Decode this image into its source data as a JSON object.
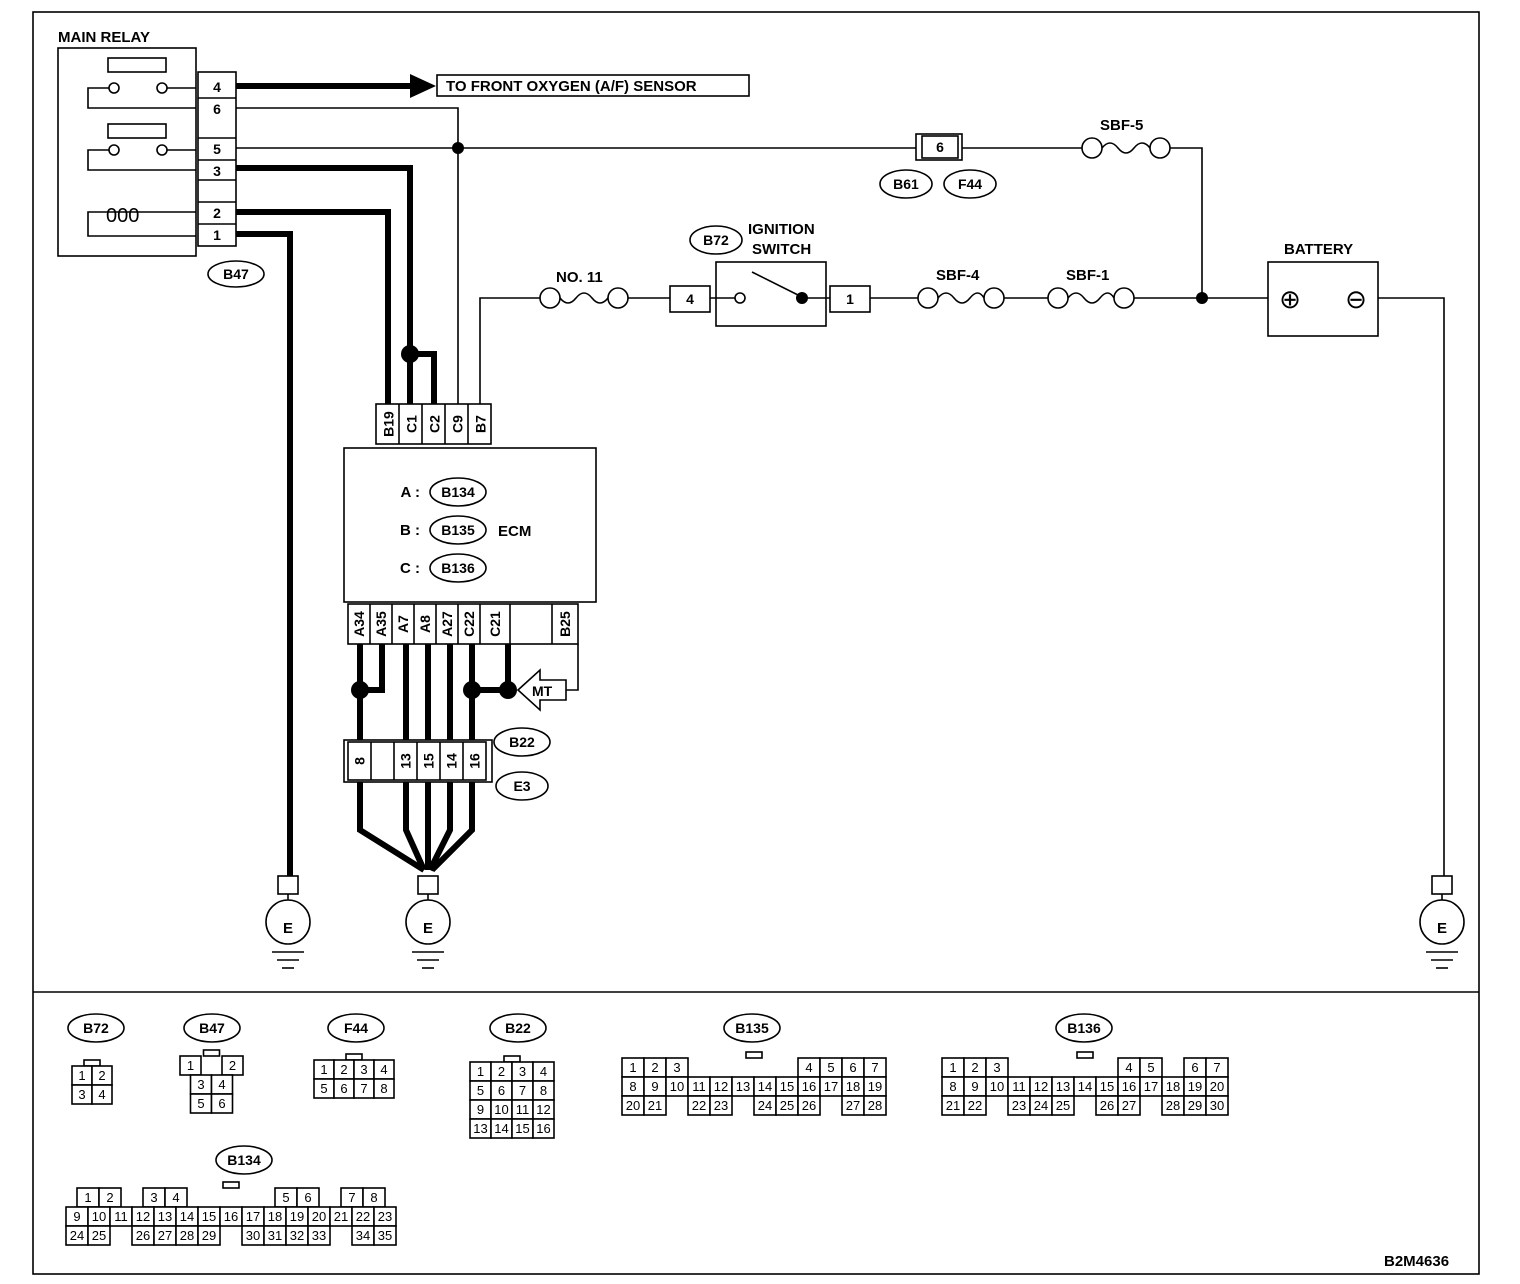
{
  "labels": {
    "main_relay": "MAIN RELAY",
    "to_sensor": "TO FRONT OXYGEN (A/F) SENSOR",
    "ignition_line1": "IGNITION",
    "ignition_line2": "SWITCH",
    "battery": "BATTERY",
    "ecm": "ECM",
    "mt": "MT",
    "earth": "E",
    "figure_code": "B2M4636"
  },
  "fuses": {
    "no11": "NO. 11",
    "sbf5": "SBF-5",
    "sbf4": "SBF-4",
    "sbf1": "SBF-1"
  },
  "connectors": {
    "b47": "B47",
    "b72": "B72",
    "b61": "B61",
    "f44": "F44",
    "b22": "B22",
    "e3": "E3",
    "b134": "B134",
    "b135": "B135",
    "b136": "B136"
  },
  "ecm_conn": [
    {
      "letter": "A :",
      "code": "B134"
    },
    {
      "letter": "B :",
      "code": "B135"
    },
    {
      "letter": "C :",
      "code": "B136"
    }
  ],
  "relay_pins": [
    "4",
    "6",
    "5",
    "3",
    "",
    "2",
    "1"
  ],
  "ecm_top_pins": [
    "B19",
    "C1",
    "C2",
    "C9",
    "B7"
  ],
  "ecm_bottom_pins": [
    "A34",
    "A35",
    "A7",
    "A8",
    "A27",
    "C22",
    "C21",
    "",
    "B25"
  ],
  "joint_pins": [
    "8",
    "",
    "13",
    "15",
    "14",
    "16"
  ],
  "ig_pins": {
    "in": "4",
    "out": "1"
  },
  "junction_pin": "6",
  "battery_terms": {
    "plus": "⊕",
    "minus": "⊖"
  },
  "legend": {
    "b72": {
      "title": "B72",
      "rows": [
        [
          "1",
          "2"
        ],
        [
          "3",
          "4"
        ]
      ]
    },
    "b47": {
      "title": "B47",
      "rows": [
        [
          "1",
          "",
          "2"
        ],
        [
          "3",
          "4"
        ],
        [
          "5",
          "6"
        ]
      ]
    },
    "f44": {
      "title": "F44",
      "rows": [
        [
          "1",
          "2",
          "3",
          "4"
        ],
        [
          "5",
          "6",
          "7",
          "8"
        ]
      ]
    },
    "b22": {
      "title": "B22",
      "rows": [
        [
          "1",
          "2",
          "3",
          "4"
        ],
        [
          "5",
          "6",
          "7",
          "8"
        ],
        [
          "9",
          "10",
          "11",
          "12"
        ],
        [
          "13",
          "14",
          "15",
          "16"
        ]
      ]
    },
    "b135": {
      "title": "B135",
      "rows": [
        [
          "1",
          "2",
          "3",
          "",
          "",
          "",
          "",
          "",
          "4",
          "5",
          "6",
          "7"
        ],
        [
          "8",
          "9",
          "10",
          "11",
          "12",
          "13",
          "14",
          "15",
          "16",
          "17",
          "18",
          "19"
        ],
        [
          "20",
          "21",
          "",
          "22",
          "23",
          "",
          "24",
          "25",
          "26",
          "",
          "27",
          "28"
        ]
      ]
    },
    "b136": {
      "title": "B136",
      "rows": [
        [
          "1",
          "2",
          "3",
          "",
          "",
          "",
          "",
          "",
          "4",
          "5",
          "",
          "6",
          "7"
        ],
        [
          "8",
          "9",
          "10",
          "11",
          "12",
          "13",
          "14",
          "15",
          "16",
          "17",
          "18",
          "19",
          "20"
        ],
        [
          "21",
          "22",
          "",
          "23",
          "24",
          "25",
          "",
          "26",
          "27",
          "",
          "28",
          "29",
          "30"
        ]
      ]
    },
    "b134": {
      "title": "B134",
      "rows": [
        [
          "1",
          "2",
          "",
          "3",
          "4",
          "",
          "",
          "",
          "",
          "5",
          "6",
          "",
          "7",
          "8"
        ],
        [
          "9",
          "10",
          "11",
          "12",
          "13",
          "14",
          "15",
          "16",
          "17",
          "18",
          "19",
          "20",
          "21",
          "22",
          "23"
        ],
        [
          "24",
          "25",
          "",
          "26",
          "27",
          "28",
          "29",
          "",
          "30",
          "31",
          "32",
          "33",
          "",
          "34",
          "35"
        ]
      ]
    }
  }
}
